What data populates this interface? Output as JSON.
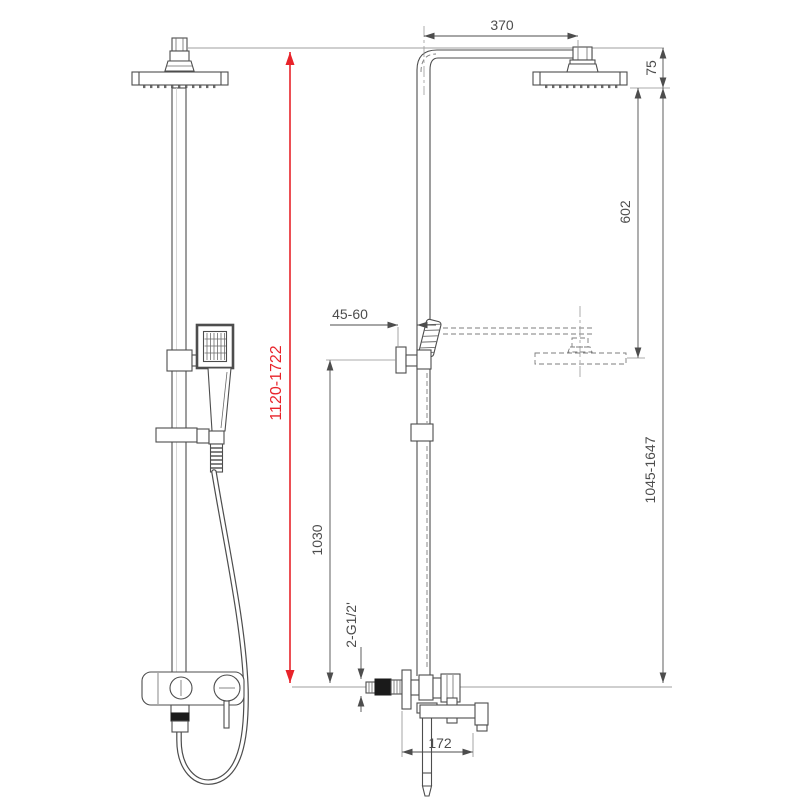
{
  "drawing": {
    "colors": {
      "line": "#4d4d4d",
      "projection_line": "#b2b2b2",
      "accent_red": "#e8232a",
      "background": "#ffffff"
    },
    "dimensions": {
      "arm_offset": {
        "label": "370"
      },
      "head_drop": {
        "label": "75"
      },
      "head_travel": {
        "label": "602"
      },
      "overall_height_range": {
        "label": "1120-1722"
      },
      "wall_clearance": {
        "label": "45-60"
      },
      "bracket_height": {
        "label": "1030"
      },
      "head_height_range": {
        "label": "1045-1647"
      },
      "inlet_connections": {
        "label": "2-G1/2'"
      },
      "spout_reach": {
        "label": "172"
      }
    }
  }
}
